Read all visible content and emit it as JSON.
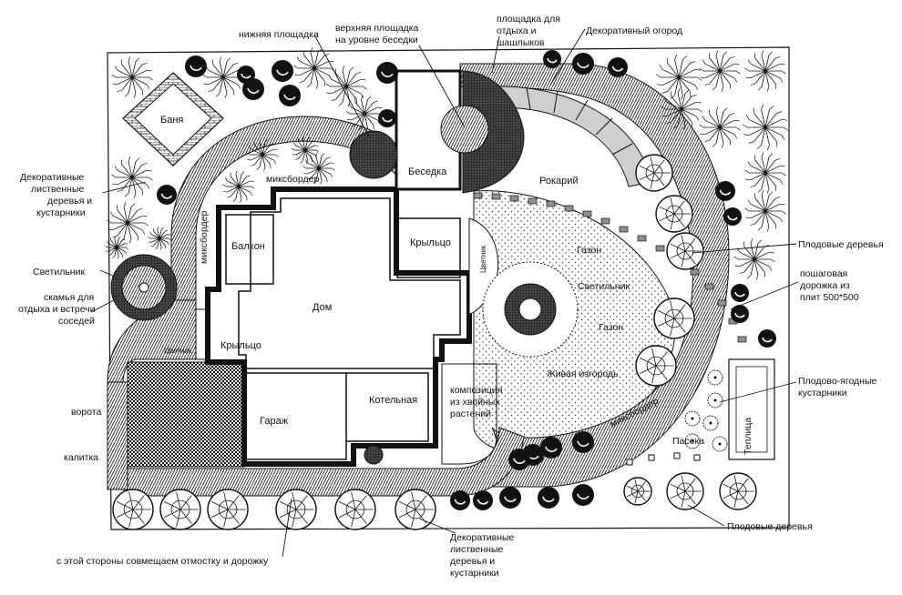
{
  "diagram": {
    "labels": {
      "banya": "Баня",
      "decor_left": [
        "Декоративные",
        "лиственные",
        "деревья и",
        "кустарники"
      ],
      "lamp_left": "Светильник",
      "bench": [
        "скамья для",
        "отдыха и встречи",
        "соседей"
      ],
      "flowerbed_left": "Цветник",
      "gate": "ворота",
      "wicket": "калитка",
      "bottom_note": "с этой стороны совмещаем отмостку и дорожку",
      "decor_bottom": [
        "Декоративные",
        "лиственные",
        "деревья и",
        "кустарники"
      ],
      "lower_platform": "нижняя площадка",
      "upper_platform": [
        "верхняя площадка",
        "на уровне беседки"
      ],
      "bbq_platform": [
        "площадка для",
        "отдыха и",
        "шашлыков"
      ],
      "decor_garden": "Декоративный огород",
      "fruit_trees_right": "Плодовые деревья",
      "step_path": [
        "пошаговая",
        "дорожка из",
        "плит 500*500"
      ],
      "berry_shrubs": [
        "Плодово-ягодные",
        "кустарники"
      ],
      "fruit_trees_bottom": "Плодовые деревья",
      "mixborder_top": "миксбордер",
      "mixborder_left": "миксбордер",
      "mixborder_right": "миксбордер",
      "balcony": "Балкон",
      "house": "Дом",
      "porch_left": "Крыльцо",
      "porch_right": "Крыльцо",
      "flowerbed_right": "Цветник",
      "garage": "Гараж",
      "boiler": "Котельная",
      "conifers": [
        "композиция",
        "из хвойных",
        "растений"
      ],
      "gazebo": "Беседка",
      "rockery": "Рокарий",
      "lawn_1": "Газон",
      "lawn_2": "Газон",
      "lamp_center": "Светильник",
      "hedge": "Живая изгородь",
      "apiary": "Пасека",
      "greenhouse": "Теплица"
    }
  }
}
